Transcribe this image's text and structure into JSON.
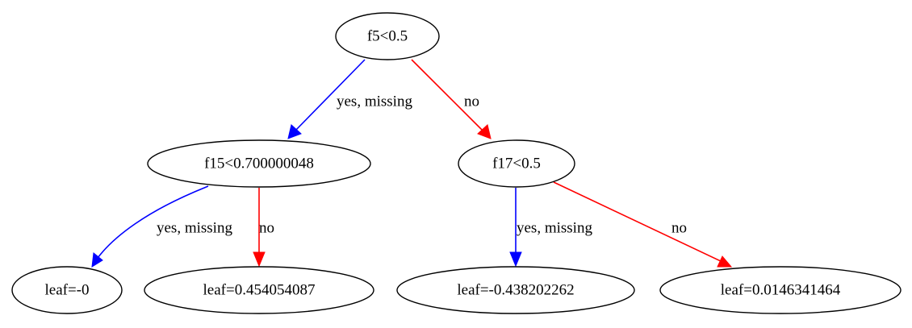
{
  "colors": {
    "yes": "#0000ff",
    "no": "#ff0000",
    "node_border": "#000000",
    "background": "#ffffff"
  },
  "nodes": {
    "root": {
      "label": "f5<0.5"
    },
    "left": {
      "label": "f15<0.700000048"
    },
    "right": {
      "label": "f17<0.5"
    },
    "leaf1": {
      "label": "leaf=-0"
    },
    "leaf2": {
      "label": "leaf=0.454054087"
    },
    "leaf3": {
      "label": "leaf=-0.438202262"
    },
    "leaf4": {
      "label": "leaf=0.0146341464"
    }
  },
  "edges": {
    "root_left": {
      "label": "yes, missing"
    },
    "root_right": {
      "label": "no"
    },
    "left_leaf1": {
      "label": "yes, missing"
    },
    "left_leaf2": {
      "label": "no"
    },
    "right_leaf3": {
      "label": "yes, missing"
    },
    "right_leaf4": {
      "label": "no"
    }
  }
}
